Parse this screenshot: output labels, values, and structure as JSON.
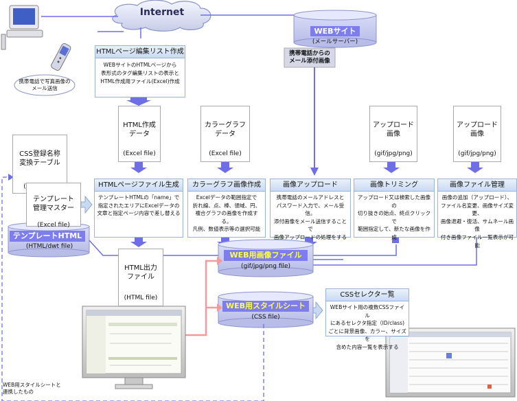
{
  "internet": {
    "label": "Internet"
  },
  "web_site": {
    "title": "WEBサイト",
    "sub": "(メールサーバー)",
    "mail_label": "携帯電話からの\nメール添付画像"
  },
  "user_note": "携帯電話で写真画像の\nメール送信",
  "list_process": {
    "title": "HTMLページ編集リスト作成",
    "body": "WEBサイトのHTMLページから\n表形式のタグ編集リストの表示と\nHTML作成用ファイル(Excel)作成"
  },
  "docs": {
    "html_data": {
      "title": "HTML作成\nデータ",
      "sub": "(Excel file)"
    },
    "color_data": {
      "title": "カラーグラフ\nデータ",
      "sub": "(Excel file)"
    },
    "upload1": {
      "title": "アップロード\n画像",
      "sub": "(gif/jpg/png)"
    },
    "upload2": {
      "title": "アップロード\n画像",
      "sub": "(gif/jpg/png)"
    },
    "css_table": {
      "title": "CSS登録名称\n変換テーブル",
      "sub": "(Excel file)"
    },
    "template_master": {
      "title": "テンプレート\n管理マスター",
      "sub": "(Excel file)"
    },
    "html_output": {
      "title": "HTML出力\nファイル",
      "sub": "(HTML file)"
    }
  },
  "processes": [
    {
      "title": "HTMLページファイル生成",
      "body": "テンプレートHTMLの「name」で\n指定されたエリアにExcelデータの\n文章と指定ページ内容で差し替える"
    },
    {
      "title": "カラーグラフ画像作成",
      "body": "Excelデータの範囲指定で\n折れ線、点、棒、領域、円、\n複合グラフの画像を作成する。\n凡例、数値表示等の選択可能"
    },
    {
      "title": "画像アップロード",
      "body": "携帯電話のメールアドレスと\nパスワード入力で、メール受信。\n添付画像をメール送信することで\n画像アップロードの処理をする"
    },
    {
      "title": "画像トリミング",
      "body": "アップロード又は検索した画像の\n切り抜きの始点、終点クリックで\n範囲指定して、新たな画像を作成"
    },
    {
      "title": "画像ファイル管理",
      "body": "画像の追加（アップロード）、\nファイル名変更、画像サイズ変更、\n画像退避・復活、サムネール画像\n付き画像ファイル一覧表示が可能"
    }
  ],
  "template_html": {
    "title": "テンプレートHTML",
    "sub": "(HTML/dwt file)"
  },
  "web_image": {
    "title": "WEB用画像ファイル",
    "sub": "(gif/jpg/png file)"
  },
  "web_style": {
    "title": "WEB用スタイルシート",
    "sub": "(CSS file)"
  },
  "css_selector": {
    "title": "CSSセレクター覧",
    "body": "WEBサイト用の複数CSSファイル\nにあるセレクタ指定（ID/class)\nごとに背景画像、カラー、サイズを\n含めた内容一覧を表示する"
  },
  "bottom_note": "WEB用スタイルシートと\n連携したもの",
  "colors": {
    "arrow": "#6e6ee6",
    "pink_arrow": "#f29a9a",
    "cylinder": "#7d7df0",
    "box_border": "#9ab3d8"
  }
}
